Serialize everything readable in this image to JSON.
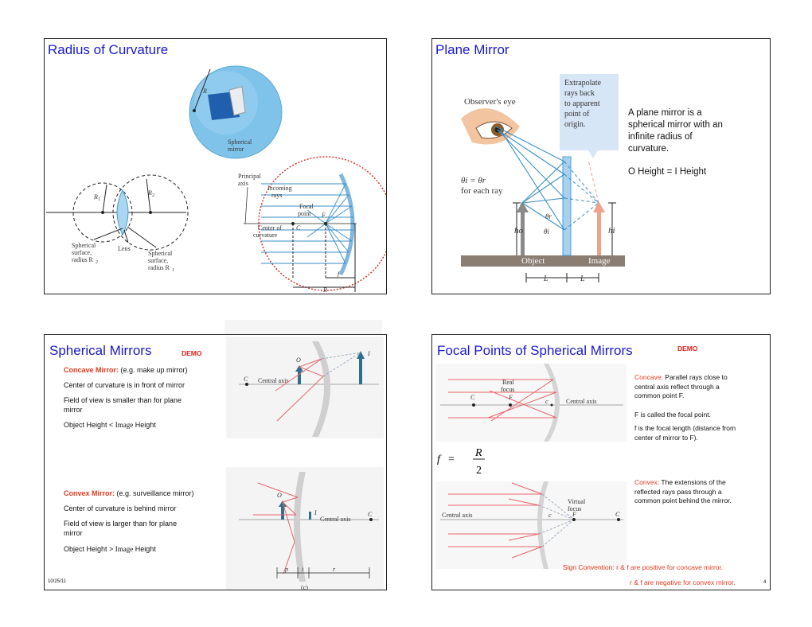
{
  "colors": {
    "title": "#1a1ad0",
    "accent_red": "#e8391f",
    "sphere": "#7fc3ea",
    "ray_blue": "#3a8fc7",
    "ray_red": "#e8646b"
  },
  "slide1": {
    "title": "Radius of Curvature",
    "labels": {
      "r_sphere": "R",
      "spherical_mirror_1": "Spherical",
      "spherical_mirror_2": "mirror",
      "r1": "R",
      "r1_sub": "1",
      "r2": "R",
      "r2_sub": "2",
      "lens": "Lens",
      "surf_left_1": "Spherical",
      "surf_left_2": "surface,",
      "surf_left_3": "radius R",
      "surf_left_sub": "2",
      "surf_right_1": "Spherical",
      "surf_right_2": "surface,",
      "surf_right_3": "radius R",
      "surf_right_sub": "1",
      "principal_1": "Principal",
      "principal_2": "axis",
      "incoming_1": "Incoming",
      "incoming_2": "rays",
      "focal_1": "Focal",
      "focal_2": "point",
      "f_letter": "F",
      "center_1": "Center of",
      "center_2": "curvature",
      "c_letter": "C",
      "f_dim": "f",
      "r_dim": "R"
    }
  },
  "slide2": {
    "title": "Plane Mirror",
    "callout": [
      "Extrapolate",
      "rays back",
      "to apparent",
      "point of",
      "origin."
    ],
    "observer": "Observer's eye",
    "theta_eq": "θi = θr",
    "theta_note": "for each ray",
    "ho": "ho",
    "hi": "hi",
    "theta_r": "θr",
    "theta_i": "θi",
    "object": "Object",
    "image": "Image",
    "L1": "L",
    "L2": "L",
    "desc": [
      "A plane mirror is a",
      "spherical mirror with an",
      "infinite radius of",
      "curvature."
    ],
    "height_eq": "O Height = I Height"
  },
  "slide3": {
    "title": "Spherical Mirrors",
    "demo": "DEMO",
    "concave_label": "Concave Mirror:",
    "concave_rest": " (e.g. make up mirror)",
    "concave_lines": [
      "Center of curvature is in front of mirror",
      "Field of view is smaller than for plane",
      "mirror"
    ],
    "concave_height_a": "Object Height < ",
    "concave_height_b": "Image",
    "concave_height_c": " Height",
    "convex_label": "Convex Mirror:",
    "convex_rest": " (e.g. surveillance mirror)",
    "convex_lines": [
      "Center of curvature  is behind mirror",
      "Field of view is larger than for plane",
      "mirror"
    ],
    "convex_height_a": "Object Height > ",
    "convex_height_b": "Image",
    "convex_height_c": " Height",
    "date": "10/25/11",
    "diagram": {
      "c": "C",
      "central_axis": "Central axis",
      "o": "O",
      "i": "I",
      "p": "p",
      "i2": "i",
      "r": "r",
      "d": "(c)"
    }
  },
  "slide4": {
    "title": "Focal Points of Spherical Mirrors",
    "demo": "DEMO",
    "concave_label": "Concave:",
    "concave_text": [
      "  Parallel rays close to",
      "central axis reflect through a",
      "common point F."
    ],
    "focal_point": "F is called the focal point.",
    "focal_length": [
      "f is the focal length (distance from",
      "center of mirror to F)."
    ],
    "formula": {
      "f": "f",
      "eq": "=",
      "num": "R",
      "den": "2"
    },
    "convex_label": "Convex:",
    "convex_text": [
      "  The extensions of the",
      "reflected rays pass through a",
      "common point behind the mirror."
    ],
    "sign": "Sign Convention:  r & f are positive for concave mirror.",
    "sign2": "r & f are negative for convex mirror.",
    "page": "4",
    "diagram": {
      "real_focus_1": "Real",
      "real_focus_2": "focus",
      "virtual_focus_1": "Virtual",
      "virtual_focus_2": "focus",
      "c": "C",
      "f": "F",
      "central_axis": "Central axis",
      "c_small": "c"
    }
  }
}
